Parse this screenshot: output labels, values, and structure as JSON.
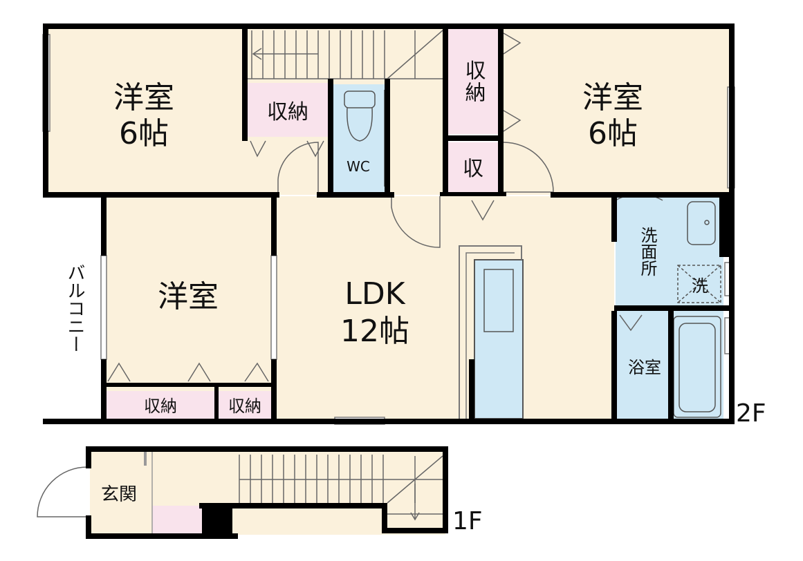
{
  "floors": {
    "f2": {
      "label": "2F",
      "rooms": {
        "bed_nw": {
          "name": "洋室",
          "size": "6帖"
        },
        "bed_ne": {
          "name": "洋室",
          "size": "6帖"
        },
        "bed_w": {
          "name": "洋室"
        },
        "ldk": {
          "name": "LDK",
          "size": "12帖"
        },
        "balcony": {
          "name": "バルコニー"
        },
        "wc": {
          "name": "WC"
        },
        "closet_a": {
          "name": "収納"
        },
        "closet_b": {
          "name": "収納"
        },
        "closet_c": {
          "name": "収"
        },
        "closet_d": {
          "name": "収納"
        },
        "closet_e": {
          "name": "収納"
        },
        "washroom": {
          "name": "洗面所"
        },
        "washer": {
          "name": "洗"
        },
        "bath": {
          "name": "浴室"
        }
      }
    },
    "f1": {
      "label": "1F",
      "rooms": {
        "entrance": {
          "name": "玄関"
        }
      }
    }
  },
  "colors": {
    "room": "#fbf1dc",
    "storage": "#f9e3ec",
    "water": "#cfe8f5",
    "wall": "#000000",
    "line": "#555555"
  }
}
